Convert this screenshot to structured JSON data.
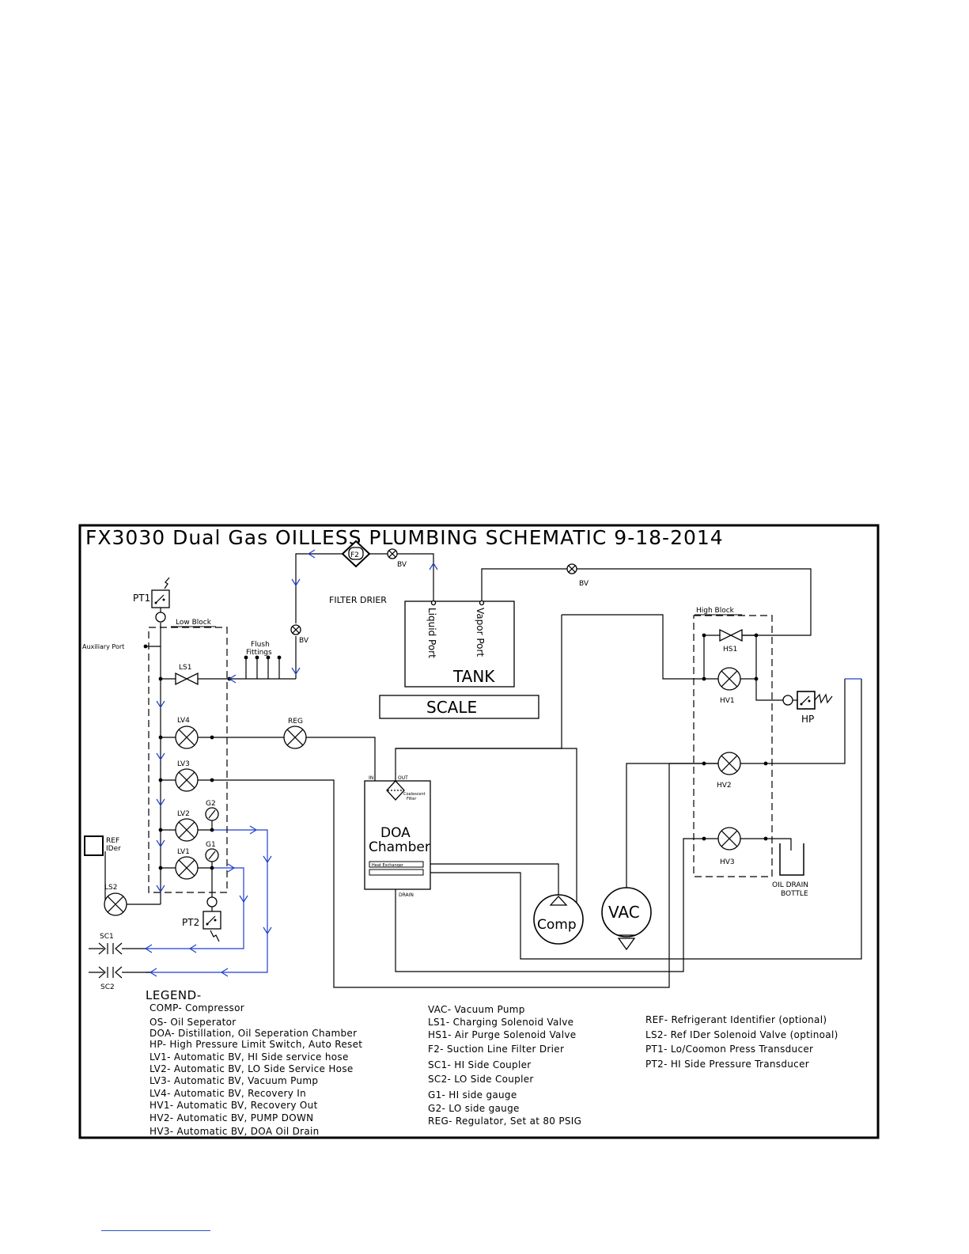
{
  "title": "FX3030 Dual Gas OILLESS PLUMBING SCHEMATIC 9-18-2014",
  "labels": {
    "pt1": "PT1",
    "pt2": "PT2",
    "low_block": "Low Block",
    "high_block": "High Block",
    "auxiliary_port": "Auxiliary Port",
    "flush_fittings_1": "Flush",
    "flush_fittings_2": "Fittings",
    "ls1": "LS1",
    "ls2": "LS2",
    "lv4": "LV4",
    "lv3": "LV3",
    "lv2": "LV2",
    "lv1": "LV1",
    "g1": "G1",
    "g2": "G2",
    "ref_1": "REF",
    "ref_2": "IDer",
    "sc1": "SC1",
    "sc2": "SC2",
    "f2": "F2",
    "filter_drier": "FILTER DRIER",
    "bv_1": "BV",
    "bv_2": "BV",
    "bv_3": "BV",
    "liquid_port": "Liquid Port",
    "vapor_port": "Vapor Port",
    "tank": "TANK",
    "scale": "SCALE",
    "reg": "REG",
    "in": "IN",
    "out": "OUT",
    "coalescent_1": "Coalescent",
    "coalescent_2": "Filter",
    "doa_1": "DOA",
    "doa_2": "Chamber",
    "heat_exchanger": "Heat Exchanger",
    "drain": "DRAIN",
    "comp": "Comp",
    "vac": "VAC",
    "hs1": "HS1",
    "hv1": "HV1",
    "hv2": "HV2",
    "hv3": "HV3",
    "hp": "HP",
    "oil_drain_1": "OIL DRAIN",
    "oil_drain_2": "BOTTLE"
  },
  "legend": {
    "heading": "LEGEND-",
    "col1": [
      "COMP- Compressor",
      "OS- Oil Seperator",
      "DOA- Distillation, Oil Seperation Chamber",
      "HP- High Pressure Limit Switch, Auto Reset",
      "LV1- Automatic BV, HI Side service hose",
      "LV2- Automatic BV, LO Side Service Hose",
      "LV3- Automatic BV, Vacuum Pump",
      "LV4- Automatic BV, Recovery In",
      "HV1- Automatic BV, Recovery Out",
      "HV2- Automatic BV, PUMP DOWN",
      "HV3- Automatic BV, DOA Oil Drain"
    ],
    "col2": [
      "VAC- Vacuum Pump",
      "LS1- Charging Solenoid Valve",
      "HS1- Air Purge Solenoid Valve",
      "F2- Suction Line Filter Drier",
      "SC1- HI Side Coupler",
      "SC2- LO Side Coupler",
      "G1- HI side gauge",
      "G2- LO side gauge",
      "REG- Regulator, Set at 80 PSIG"
    ],
    "col3": [
      "REF- Refrigerant Identifier (optional)",
      "LS2- Ref IDer Solenoid Valve (optinoal)",
      "PT1- Lo/Coomon Press Transducer",
      "PT2- HI Side Pressure Transducer"
    ]
  }
}
